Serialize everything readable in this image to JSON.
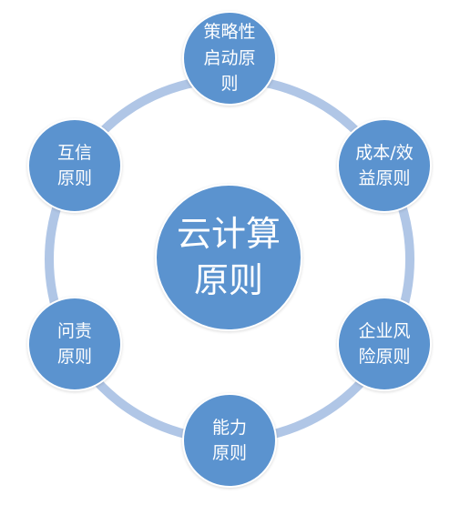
{
  "diagram": {
    "ring_color": "#b0c6e6",
    "node_color": "#5b93cf",
    "text_color": "#ffffff",
    "center": {
      "label": "云计算\n原则"
    },
    "nodes": [
      {
        "id": "strategic-startup",
        "label": "策略性\n启动原\n则"
      },
      {
        "id": "cost-benefit",
        "label": "成本/效\n益原则"
      },
      {
        "id": "enterprise-risk",
        "label": "企业风\n险原则"
      },
      {
        "id": "capability",
        "label": "能力\n原则"
      },
      {
        "id": "accountability",
        "label": "问责\n原则"
      },
      {
        "id": "mutual-trust",
        "label": "互信\n原则"
      }
    ]
  }
}
